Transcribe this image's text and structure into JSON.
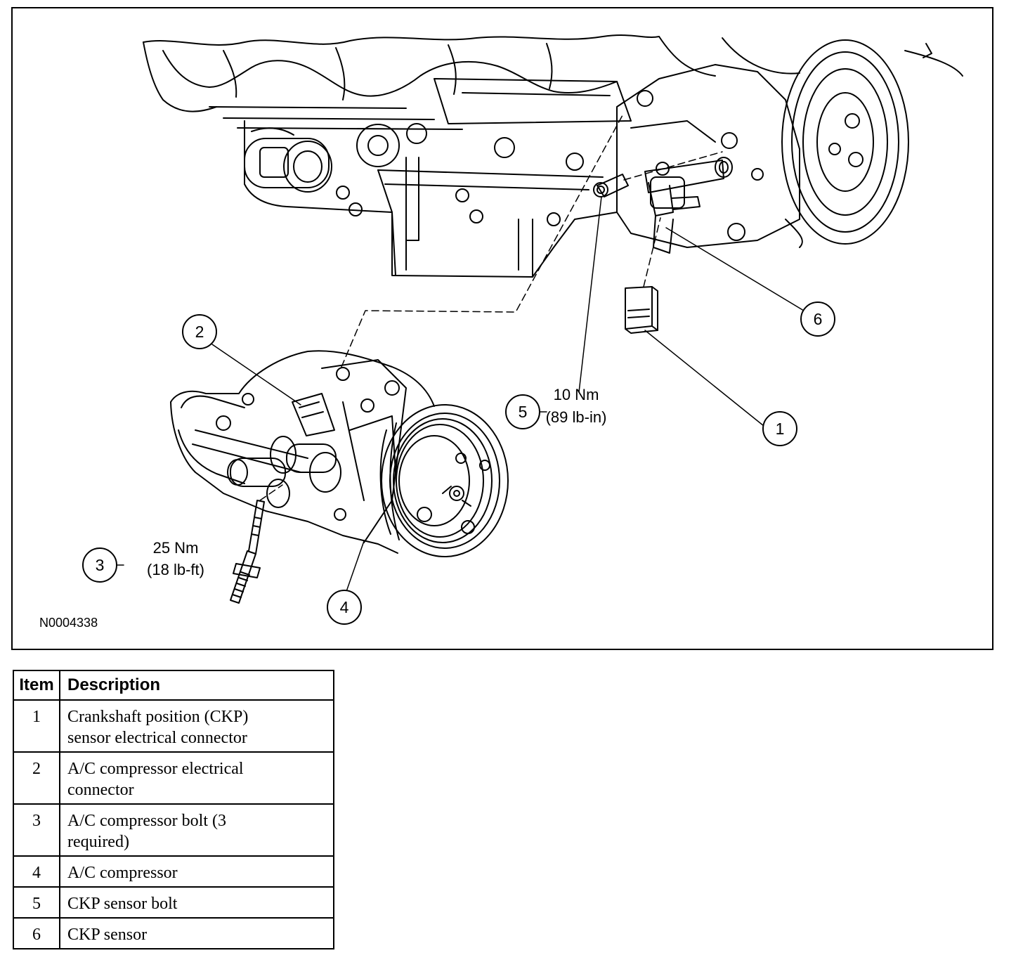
{
  "figure": {
    "id": "N0004338",
    "callouts": [
      {
        "number": "1"
      },
      {
        "number": "2"
      },
      {
        "number": "3",
        "torque_nm": "25 Nm",
        "torque_imperial": "(18 lb-ft)"
      },
      {
        "number": "4"
      },
      {
        "number": "5",
        "torque_nm": "10 Nm",
        "torque_imperial": "(89 lb-in)"
      },
      {
        "number": "6"
      }
    ]
  },
  "legend": {
    "headers": {
      "item": "Item",
      "description": "Description"
    },
    "rows": [
      {
        "item": "1",
        "line1": "Crankshaft position (CKP)",
        "line2": "sensor electrical connector"
      },
      {
        "item": "2",
        "line1": "A/C compressor electrical",
        "line2": "connector"
      },
      {
        "item": "3",
        "line1": "A/C compressor bolt (3",
        "line2": "required)"
      },
      {
        "item": "4",
        "line1": "A/C compressor",
        "line2": ""
      },
      {
        "item": "5",
        "line1": "CKP sensor bolt",
        "line2": ""
      },
      {
        "item": "6",
        "line1": "CKP sensor",
        "line2": ""
      }
    ]
  }
}
